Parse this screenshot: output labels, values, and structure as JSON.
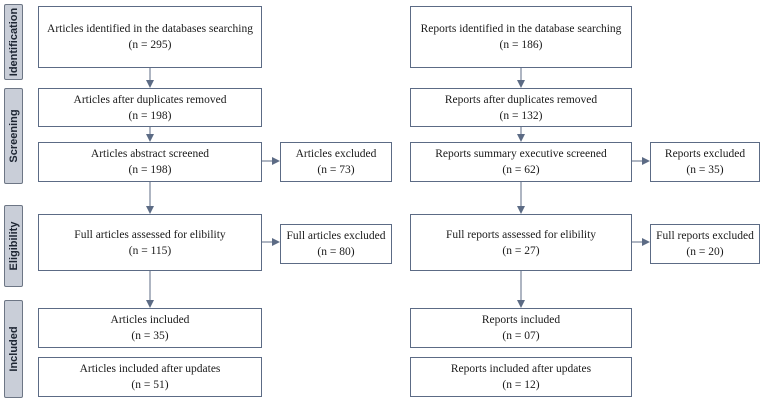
{
  "phases": {
    "identification": "Identification",
    "screening": "Screening",
    "eligibility": "Eligibility",
    "included": "Included"
  },
  "articles": {
    "identified": {
      "title": "Articles identified  in the databases searching",
      "n": "(n = 295)"
    },
    "dedup": {
      "title": "Articles after duplicates removed",
      "n": "(n = 198)"
    },
    "abstract": {
      "title": "Articles abstract screened",
      "n": "(n = 198)"
    },
    "excluded": {
      "title": "Articles excluded",
      "n": "(n = 73)"
    },
    "full": {
      "title": "Full articles assessed for elibility",
      "n": "(n = 115)"
    },
    "full_excluded": {
      "title": "Full articles excluded",
      "n": "(n = 80)"
    },
    "included": {
      "title": "Articles included",
      "n": "(n = 35)"
    },
    "updated": {
      "title": "Articles included after updates",
      "n": "(n = 51)"
    }
  },
  "reports": {
    "identified": {
      "title": "Reports identified  in the database searching",
      "n": "(n = 186)"
    },
    "dedup": {
      "title": "Reports after duplicates removed",
      "n": "(n = 132)"
    },
    "summary": {
      "title": "Reports summary executive screened",
      "n": "(n = 62)"
    },
    "excluded": {
      "title": "Reports excluded",
      "n": "(n = 35)"
    },
    "full": {
      "title": "Full reports assessed for elibility",
      "n": "(n = 27)"
    },
    "full_excluded": {
      "title": "Full reports excluded",
      "n": "(n = 20)"
    },
    "included": {
      "title": "Reports included",
      "n": "(n = 07)"
    },
    "updated": {
      "title": "Reports included after updates",
      "n": "(n = 12)"
    }
  }
}
